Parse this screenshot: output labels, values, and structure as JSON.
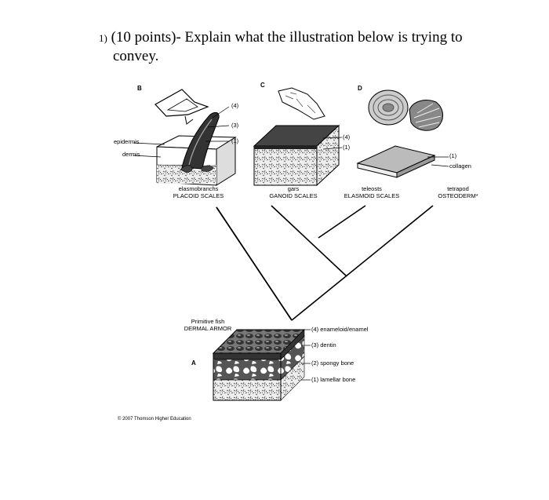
{
  "question": {
    "number": "1)",
    "text_line1": "(10 points)- Explain what the illustration below is trying to",
    "text_line2": "convey."
  },
  "figure": {
    "panels": {
      "a": "A",
      "b": "B",
      "c": "C",
      "d": "D"
    },
    "panel_b": {
      "tissue_labels": {
        "epidermis": "epidermis",
        "dermis": "dermis"
      },
      "layer_numbers": {
        "n4": "(4)",
        "n3": "(3)",
        "n1": "(1)"
      },
      "group": "elasmobranchs",
      "scale_type": "PLACOID SCALES"
    },
    "panel_c": {
      "layer_numbers": {
        "n4": "(4)",
        "n1": "(1)"
      },
      "group": "gars",
      "scale_type": "GANOID SCALES"
    },
    "panel_d": {
      "layer_numbers": {
        "n1": "(1)"
      },
      "collagen": "collagen",
      "group": "teleosts",
      "scale_type": "ELASMOID SCALES"
    },
    "tetrapod": {
      "group": "tetrapod",
      "scale_type": "OSTEODERM*"
    },
    "primitive": {
      "line1": "Primitive fish",
      "line2": "DERMAL ARMOR",
      "layers": [
        "(4) enameloid/enamel",
        "(3) dentin",
        "(2) spongy bone",
        "(1) lamellar bone"
      ]
    },
    "copyright": "© 2007 Thomson Higher Education"
  }
}
